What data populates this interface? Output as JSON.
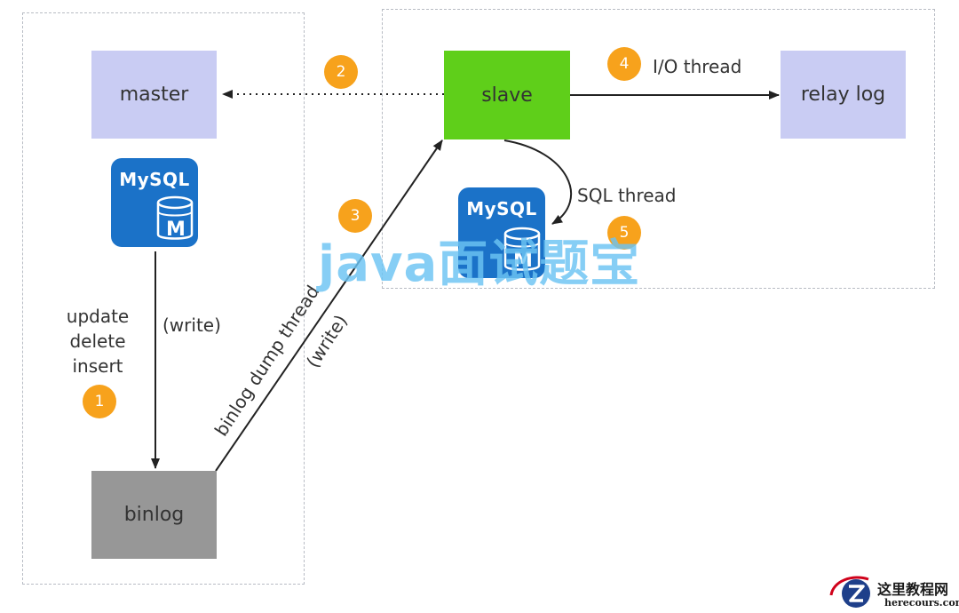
{
  "nodes": {
    "master": "master",
    "slave": "slave",
    "relay_log": "relay log",
    "binlog": "binlog"
  },
  "logos": {
    "master_db": "MySQL",
    "slave_db": "MySQL",
    "db_letter": "M"
  },
  "operations": [
    "update",
    "delete",
    "insert"
  ],
  "labels": {
    "write_1": "(write)",
    "write_2": "(write)",
    "dump_thread": "binlog dump thread",
    "io_thread": "I/O thread",
    "sql_thread": "SQL thread"
  },
  "steps": [
    "1",
    "2",
    "3",
    "4",
    "5"
  ],
  "watermark": "java面试题宝",
  "footer": {
    "title": "这里教程网",
    "url": "herecours.com"
  },
  "colors": {
    "master_box": "#c9ccf3",
    "slave_box": "#5fcf1a",
    "binlog_box": "#979797",
    "badge": "#f7a21c",
    "mysql_logo": "#1b72c8",
    "watermark": "#6cc4f3"
  }
}
